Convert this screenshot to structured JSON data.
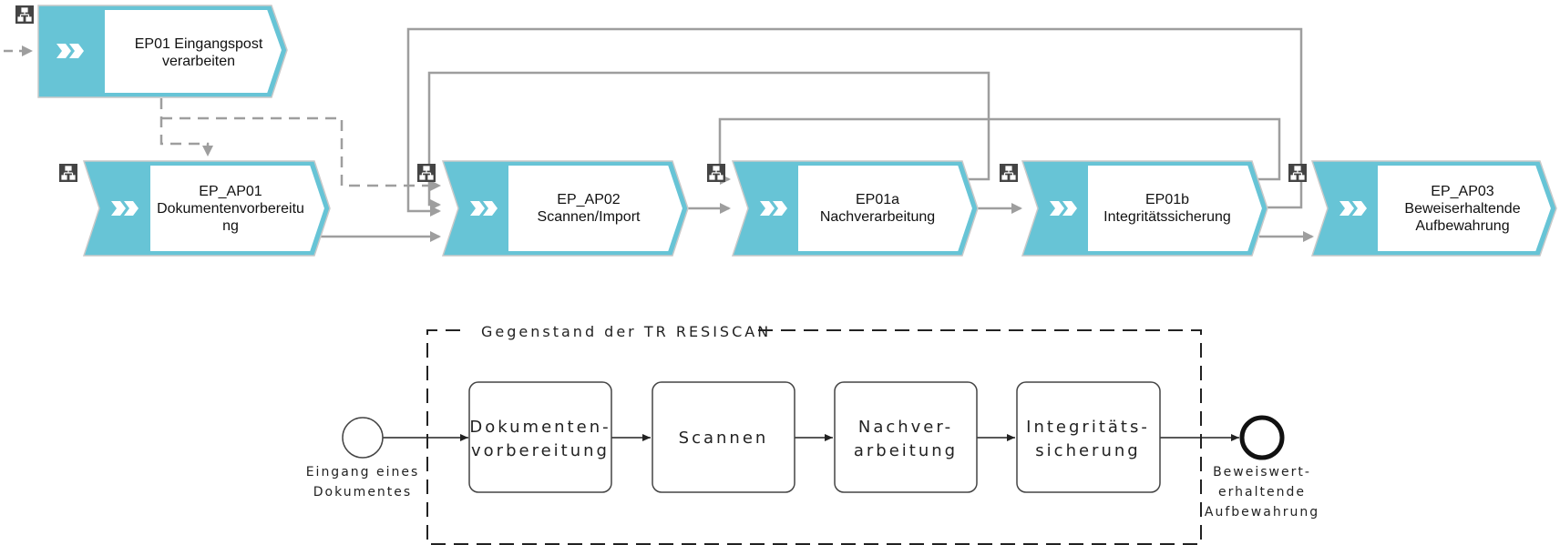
{
  "colors": {
    "accent": "#67c4d6",
    "connector": "#9e9e9e",
    "outline": "#222222",
    "icon": "#444444"
  },
  "processes": [
    {
      "id": "ep01",
      "lines": [
        "EP01 Eingangspost",
        "verarbeiten"
      ]
    },
    {
      "id": "ap01",
      "lines": [
        "EP_AP01",
        "Dokumentenvorbereitu",
        "ng"
      ]
    },
    {
      "id": "ap02",
      "lines": [
        "EP_AP02",
        "Scannen/Import"
      ]
    },
    {
      "id": "ep01a",
      "lines": [
        "EP01a",
        "Nachverarbeitung"
      ]
    },
    {
      "id": "ep01b",
      "lines": [
        "EP01b",
        "Integritätssicherung"
      ]
    },
    {
      "id": "ap03",
      "lines": [
        "EP_AP03",
        "Beweiserhaltende",
        "Aufbewahrung"
      ]
    }
  ],
  "scope": {
    "frame_label": "Gegenstand der TR RESISCAN",
    "start_event": {
      "lines": [
        "Eingang eines",
        "Dokumentes"
      ]
    },
    "end_event": {
      "lines": [
        "Beweiswert-",
        "erhaltende",
        "Aufbewahrung"
      ]
    },
    "steps": [
      {
        "lines": [
          "Dokumenten-",
          "vorbereitung"
        ]
      },
      {
        "lines": [
          "Scannen"
        ]
      },
      {
        "lines": [
          "Nachver-",
          "arbeitung"
        ]
      },
      {
        "lines": [
          "Integritäts-",
          "sicherung"
        ]
      }
    ]
  }
}
